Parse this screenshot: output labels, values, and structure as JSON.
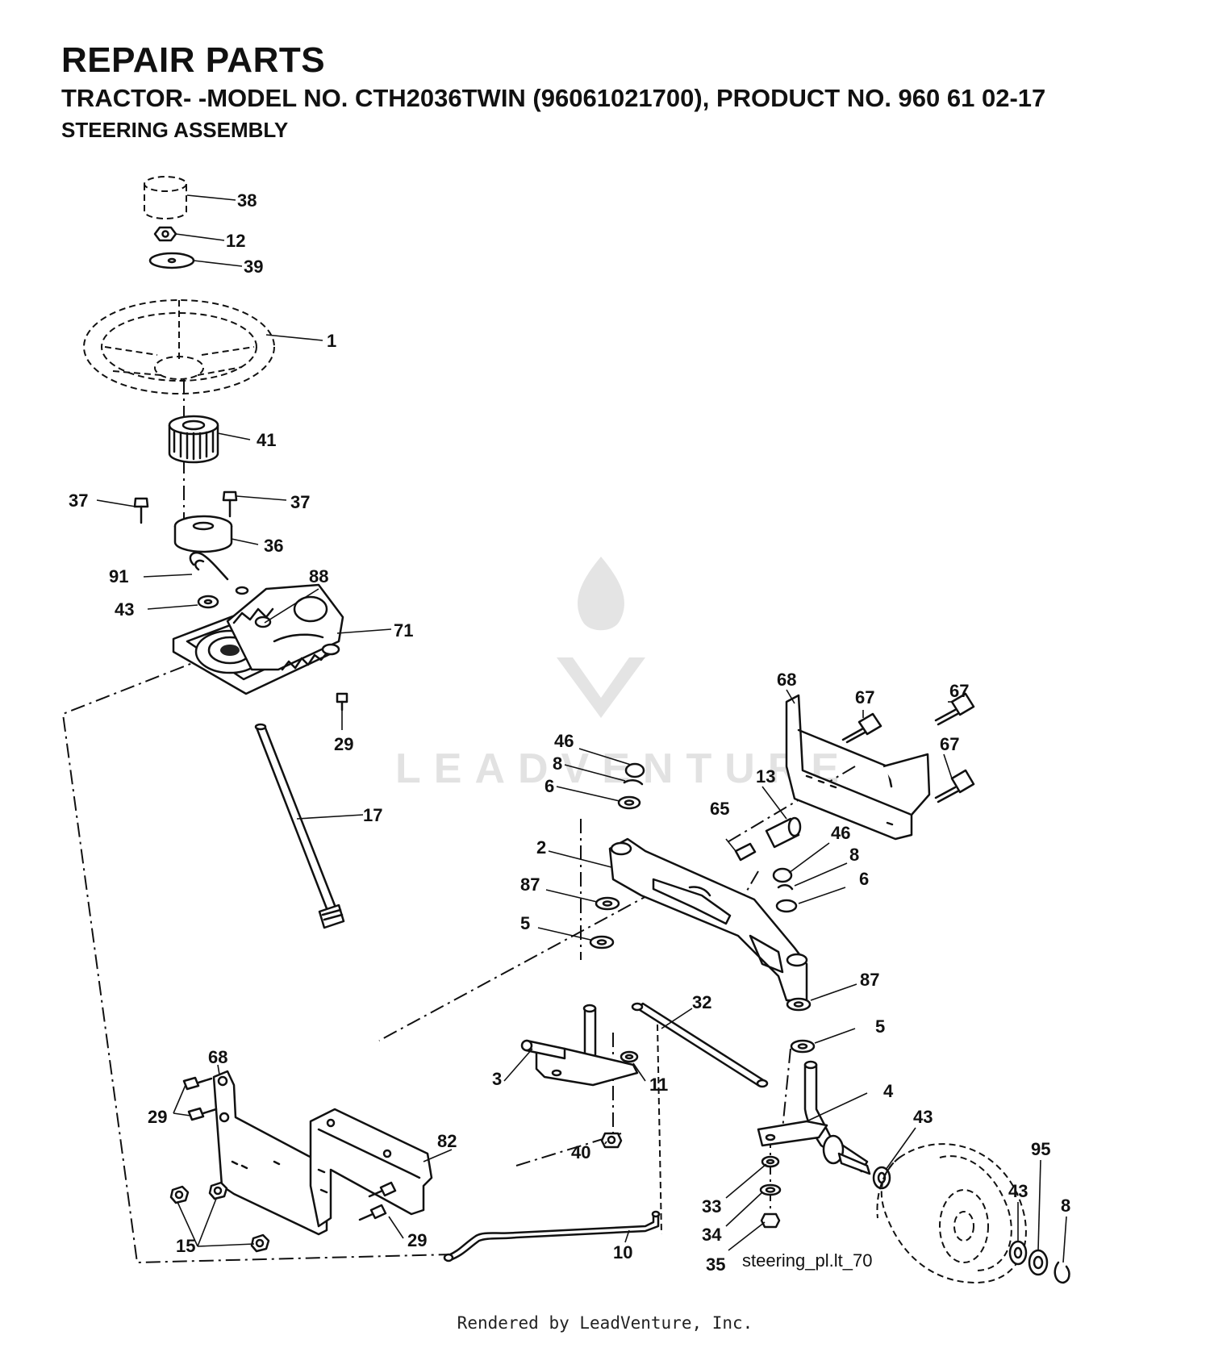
{
  "header": {
    "title": "REPAIR PARTS",
    "subtitle": "TRACTOR- -MODEL NO. CTH2036TWIN (96061021700), PRODUCT NO. 960 61 02-17",
    "section": "STEERING ASSEMBLY"
  },
  "diagram": {
    "reference": "steering_pl.lt_70",
    "watermark": "LEADVENTURE"
  },
  "callouts": [
    {
      "id": "c38",
      "label": "38"
    },
    {
      "id": "c12",
      "label": "12"
    },
    {
      "id": "c39",
      "label": "39"
    },
    {
      "id": "c1",
      "label": "1"
    },
    {
      "id": "c41",
      "label": "41"
    },
    {
      "id": "c37a",
      "label": "37"
    },
    {
      "id": "c37b",
      "label": "37"
    },
    {
      "id": "c36",
      "label": "36"
    },
    {
      "id": "c91",
      "label": "91"
    },
    {
      "id": "c88",
      "label": "88"
    },
    {
      "id": "c43a",
      "label": "43"
    },
    {
      "id": "c71",
      "label": "71"
    },
    {
      "id": "c29a",
      "label": "29"
    },
    {
      "id": "c17",
      "label": "17"
    },
    {
      "id": "c68a",
      "label": "68"
    },
    {
      "id": "c67a",
      "label": "67"
    },
    {
      "id": "c67b",
      "label": "67"
    },
    {
      "id": "c67c",
      "label": "67"
    },
    {
      "id": "c46a",
      "label": "46"
    },
    {
      "id": "c8a",
      "label": "8"
    },
    {
      "id": "c6a",
      "label": "6"
    },
    {
      "id": "c13",
      "label": "13"
    },
    {
      "id": "c65",
      "label": "65"
    },
    {
      "id": "c46b",
      "label": "46"
    },
    {
      "id": "c8b",
      "label": "8"
    },
    {
      "id": "c6b",
      "label": "6"
    },
    {
      "id": "c2",
      "label": "2"
    },
    {
      "id": "c87a",
      "label": "87"
    },
    {
      "id": "c5a",
      "label": "5"
    },
    {
      "id": "c87b",
      "label": "87"
    },
    {
      "id": "c5b",
      "label": "5"
    },
    {
      "id": "c32",
      "label": "32"
    },
    {
      "id": "c3",
      "label": "3"
    },
    {
      "id": "c11",
      "label": "11"
    },
    {
      "id": "c4",
      "label": "4"
    },
    {
      "id": "c68b",
      "label": "68"
    },
    {
      "id": "c29b",
      "label": "29"
    },
    {
      "id": "c82",
      "label": "82"
    },
    {
      "id": "c40",
      "label": "40"
    },
    {
      "id": "c43b",
      "label": "43"
    },
    {
      "id": "c95",
      "label": "95"
    },
    {
      "id": "c43c",
      "label": "43"
    },
    {
      "id": "c8c",
      "label": "8"
    },
    {
      "id": "c29c",
      "label": "29"
    },
    {
      "id": "c15",
      "label": "15"
    },
    {
      "id": "c33",
      "label": "33"
    },
    {
      "id": "c34",
      "label": "34"
    },
    {
      "id": "c35",
      "label": "35"
    },
    {
      "id": "c10",
      "label": "10"
    }
  ],
  "footer": {
    "text": "Rendered by LeadVenture, Inc."
  }
}
